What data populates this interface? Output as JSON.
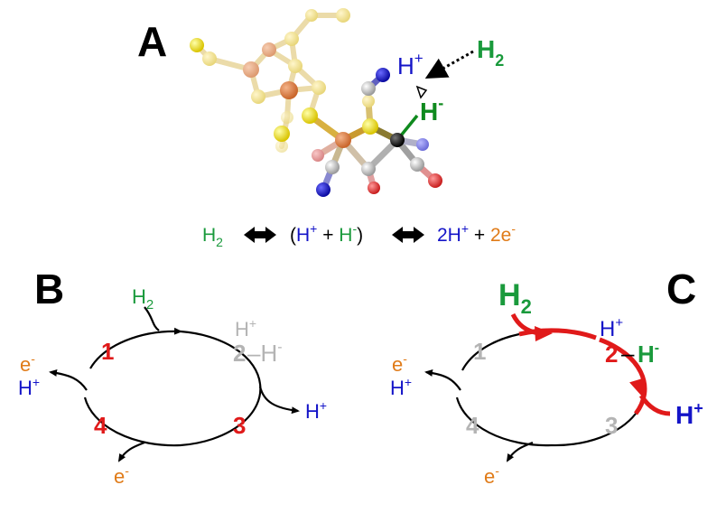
{
  "colors": {
    "black": "#000000",
    "green": "#1a9a3c",
    "darkgreen": "#0f8a1e",
    "blue": "#1414c8",
    "orange": "#e07b18",
    "red": "#e01a1a",
    "gray": "#b4b4b4"
  },
  "panel_a": {
    "letter": "A",
    "h_plus": "H",
    "h_plus_sup": "+",
    "h2": "H",
    "h2_sub": "2",
    "hydride": "H",
    "hydride_sup": "-"
  },
  "equation": {
    "t1": "H",
    "t1_sub": "2",
    "t2_open": "(H",
    "t2_sup": "+",
    "t2_plus": " + ",
    "t2_h": "H",
    "t2_hsup": "-",
    "t2_close": ")",
    "t3": "2H",
    "t3_sup": "+",
    "t3_plus": " + ",
    "t4": "2e",
    "t4_sup": "-"
  },
  "panel_b": {
    "letter": "B",
    "steps": [
      "1",
      "2",
      "3",
      "4"
    ],
    "h2": "H",
    "h2_sub": "2",
    "hplus_top": "H",
    "hplus_top_sup": "+",
    "dash_h": "–H",
    "dash_h_sup": "-",
    "e_left": "e",
    "e_left_sup": "-",
    "h_left": "H",
    "h_left_sup": "+",
    "h_right": "H",
    "h_right_sup": "+",
    "e_bottom": "e",
    "e_bottom_sup": "-"
  },
  "panel_c": {
    "letter": "C",
    "steps": [
      "1",
      "2",
      "3",
      "4"
    ],
    "h2": "H",
    "h2_sub": "2",
    "hplus_top": "H",
    "hplus_top_sup": "+",
    "dash_h": "–",
    "h_minus": "H",
    "h_minus_sup": "-",
    "e_left": "e",
    "e_left_sup": "-",
    "h_left": "H",
    "h_left_sup": "+",
    "h_right": "H",
    "h_right_sup": "+",
    "e_bottom": "e",
    "e_bottom_sup": "-"
  }
}
